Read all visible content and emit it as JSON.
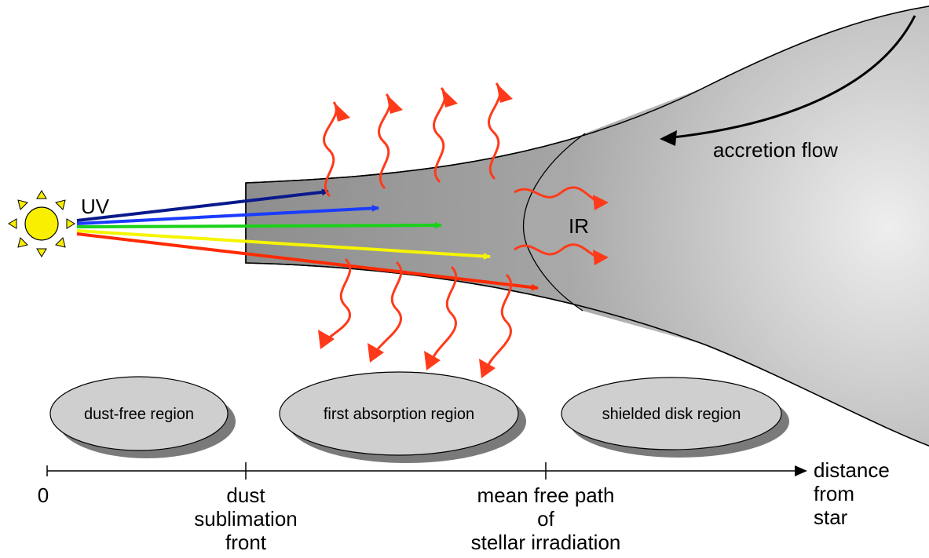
{
  "labels": {
    "uv": "UV",
    "ir": "IR",
    "accretion_flow": "accretion flow"
  },
  "regions": [
    {
      "id": "dust-free",
      "label": "dust-free region"
    },
    {
      "id": "first-absorption",
      "label": "first absorption region"
    },
    {
      "id": "shielded-disk",
      "label": "shielded disk region"
    }
  ],
  "axis": {
    "tick_zero": "0",
    "tick_dust": [
      "dust",
      "sublimation",
      "front"
    ],
    "tick_mfp": [
      "mean free path",
      "of",
      "stellar irradiation"
    ],
    "axis_label": [
      "distance",
      "from",
      "star"
    ]
  },
  "colors": {
    "uv_rays": [
      "#0a1a8c",
      "#1a3cff",
      "#19d219",
      "#f5f500",
      "#ff2a00"
    ],
    "ir_wave": "#ff3a1a",
    "sun": "#f8f000",
    "disk": "#9a9a9a",
    "region_fill": "#cfcfcf"
  }
}
